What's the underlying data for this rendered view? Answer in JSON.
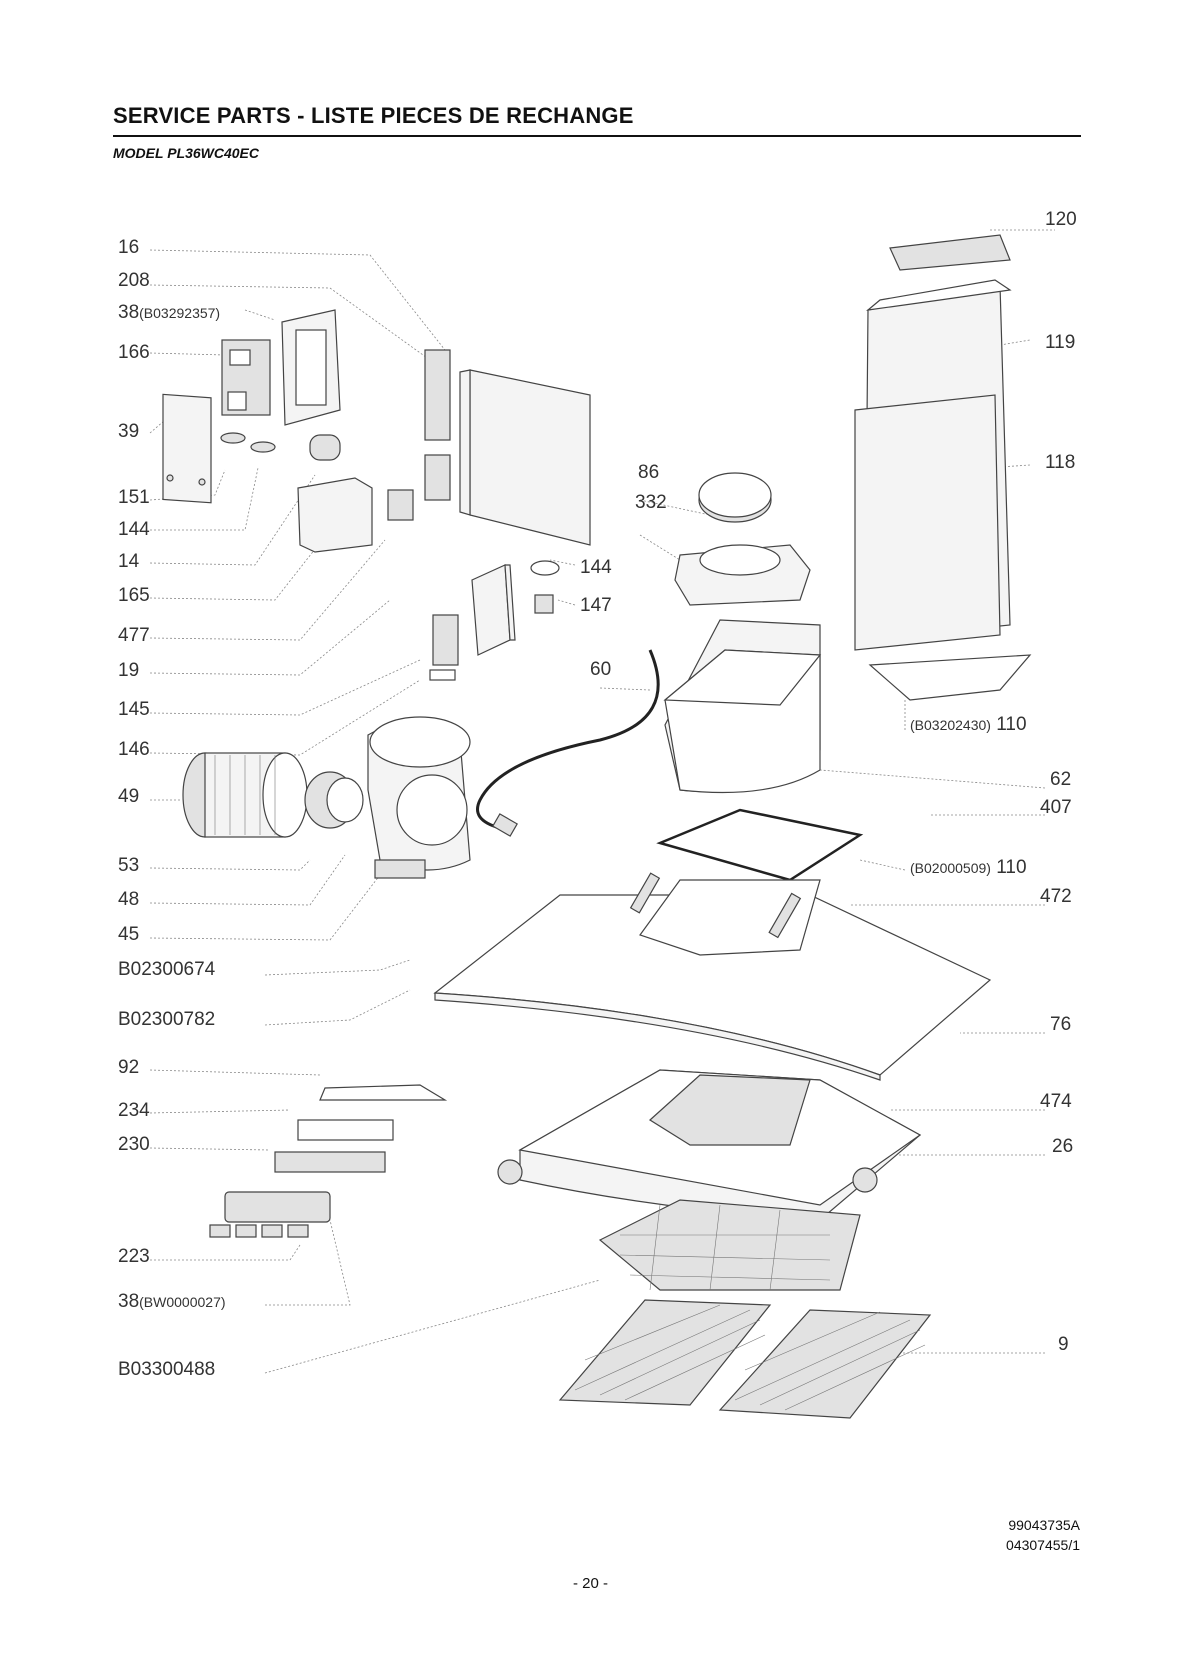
{
  "header": {
    "title": "SERVICE PARTS - LISTE PIECES DE RECHANGE",
    "model": "MODEL PL36WC40EC"
  },
  "callouts_left": [
    {
      "id": "16",
      "text": "16"
    },
    {
      "id": "208",
      "text": "208"
    },
    {
      "id": "38a",
      "text": "38",
      "sub": "(B03292357)"
    },
    {
      "id": "166",
      "text": "166"
    },
    {
      "id": "39",
      "text": "39"
    },
    {
      "id": "151",
      "text": "151"
    },
    {
      "id": "144a",
      "text": "144"
    },
    {
      "id": "14",
      "text": "14"
    },
    {
      "id": "165",
      "text": "165"
    },
    {
      "id": "477",
      "text": "477"
    },
    {
      "id": "19",
      "text": "19"
    },
    {
      "id": "145",
      "text": "145"
    },
    {
      "id": "146",
      "text": "146"
    },
    {
      "id": "49",
      "text": "49"
    },
    {
      "id": "53",
      "text": "53"
    },
    {
      "id": "48",
      "text": "48"
    },
    {
      "id": "45",
      "text": "45"
    },
    {
      "id": "B02300674",
      "text": "B02300674"
    },
    {
      "id": "B02300782",
      "text": "B02300782"
    },
    {
      "id": "92",
      "text": "92"
    },
    {
      "id": "234",
      "text": "234"
    },
    {
      "id": "230",
      "text": "230"
    },
    {
      "id": "223",
      "text": "223"
    },
    {
      "id": "38b",
      "text": "38",
      "sub": "(BW0000027)"
    },
    {
      "id": "B03300488",
      "text": "B03300488"
    }
  ],
  "callouts_center": [
    {
      "id": "86",
      "text": "86"
    },
    {
      "id": "332",
      "text": "332"
    },
    {
      "id": "144b",
      "text": "144"
    },
    {
      "id": "147",
      "text": "147"
    },
    {
      "id": "60",
      "text": "60"
    }
  ],
  "callouts_right": [
    {
      "id": "120",
      "text": "120"
    },
    {
      "id": "119",
      "text": "119"
    },
    {
      "id": "118",
      "text": "118"
    },
    {
      "id": "110a",
      "text": "110",
      "sub": "(B03202430)"
    },
    {
      "id": "62",
      "text": "62"
    },
    {
      "id": "407",
      "text": "407"
    },
    {
      "id": "110b",
      "text": "110",
      "sub": "(B02000509)"
    },
    {
      "id": "472",
      "text": "472"
    },
    {
      "id": "76",
      "text": "76"
    },
    {
      "id": "474",
      "text": "474"
    },
    {
      "id": "26",
      "text": "26"
    },
    {
      "id": "9",
      "text": "9"
    }
  ],
  "footer": {
    "doc_number": "99043735A",
    "doc_revision": "04307455/1",
    "page": "- 20 -"
  }
}
